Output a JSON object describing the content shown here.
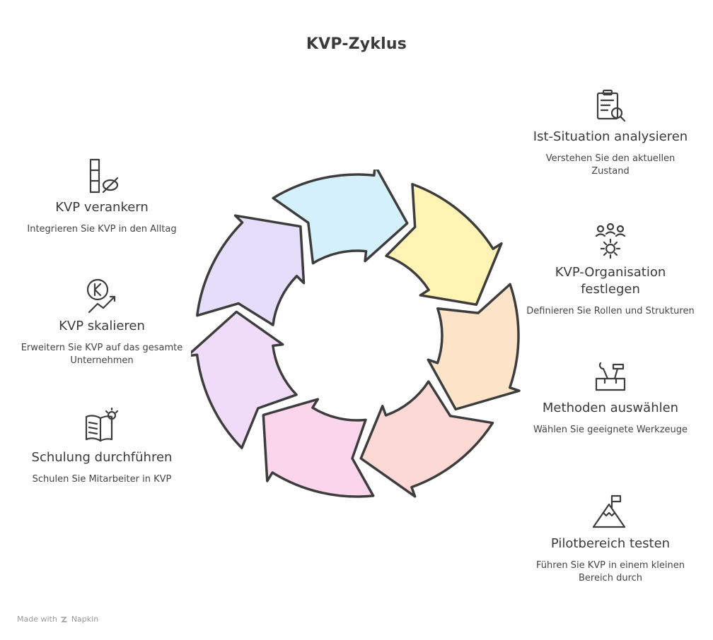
{
  "title": "KVP-Zyklus",
  "footer": {
    "made_with": "Made with",
    "brand": "Napkin"
  },
  "steps": [
    {
      "heading": "Ist-Situation analysieren",
      "desc": "Verstehen Sie den aktuellen Zustand",
      "icon": "clipboard-search-icon",
      "color": "#fff4b3"
    },
    {
      "heading": "KVP-Organisation festlegen",
      "desc": "Definieren Sie Rollen und Strukturen",
      "icon": "team-gear-icon",
      "color": "#fde3c8"
    },
    {
      "heading": "Methoden auswählen",
      "desc": "Wählen Sie geeignete Werkzeuge",
      "icon": "toolbox-icon",
      "color": "#fdd9d6"
    },
    {
      "heading": "Pilotbereich testen",
      "desc": "Führen Sie KVP in einem kleinen Bereich durch",
      "icon": "mountain-flag-icon",
      "color": "#fbd5ec"
    },
    {
      "heading": "Schulung durchführen",
      "desc": "Schulen Sie Mitarbeiter in KVP",
      "icon": "book-lightbulb-icon",
      "color": "#f0dcf9"
    },
    {
      "heading": "KVP skalieren",
      "desc": "Erweitern Sie KVP auf das gesamte Unternehmen",
      "icon": "growth-chart-icon",
      "color": "#e4defb"
    },
    {
      "heading": "KVP verankern",
      "desc": "Integrieren Sie KVP in den Alltag",
      "icon": "anchor-bars-icon",
      "color": "#d4f0fb"
    }
  ]
}
